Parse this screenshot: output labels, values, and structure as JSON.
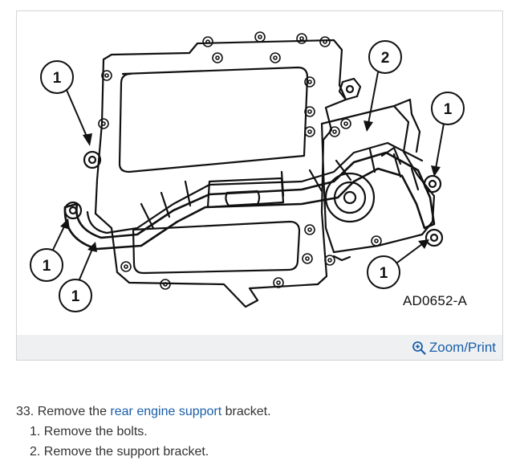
{
  "figure": {
    "code": "AD0652-A",
    "callouts": [
      "1",
      "2",
      "1",
      "1",
      "1",
      "1"
    ],
    "zoom_label": "Zoom/Print",
    "zoom_icon": "magnifier-plus-icon"
  },
  "step": {
    "number": "33.",
    "text_before": "Remove the",
    "link_text": "rear engine support",
    "text_after": "bracket.",
    "substeps": [
      {
        "number": "1.",
        "text": "Remove the bolts."
      },
      {
        "number": "2.",
        "text": "Remove the support bracket."
      }
    ]
  },
  "colors": {
    "link": "#1a5ea8",
    "footer_bg": "#eef0f2",
    "border": "#d4d4d4"
  }
}
